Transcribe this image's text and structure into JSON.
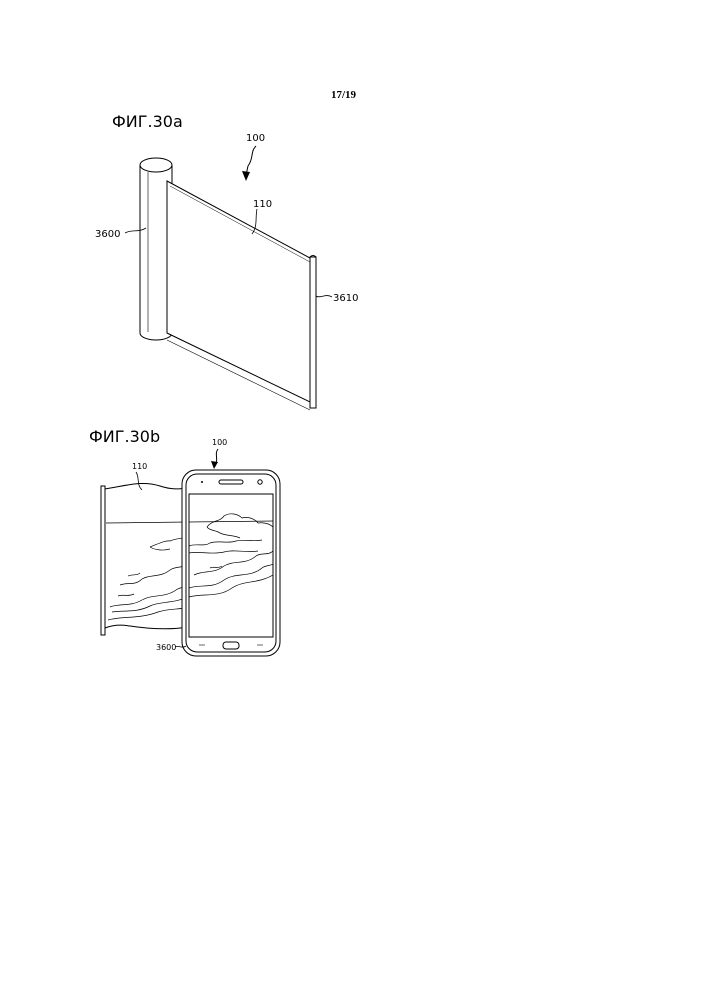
{
  "page_number": "17/19",
  "figure_a": {
    "title": "ФИГ.30а",
    "labels": {
      "device": "100",
      "display": "110",
      "roller": "3600",
      "bar": "3610"
    }
  },
  "figure_b": {
    "title": "ФИГ.30b",
    "labels": {
      "device": "100",
      "display": "110",
      "housing": "3600"
    }
  }
}
